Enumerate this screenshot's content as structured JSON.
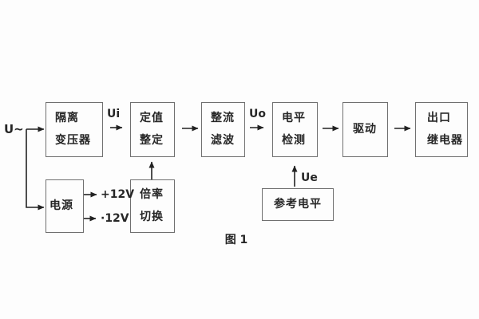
{
  "diagram": {
    "caption": "图 1",
    "source_label": "U~",
    "signals": {
      "ui": "Ui",
      "uo": "Uo",
      "ue": "Ue"
    },
    "power_rails": {
      "positive": "+12V",
      "negative": "·12V"
    },
    "blocks": {
      "isolation_transformer": {
        "line1": "隔离",
        "line2": "变压器"
      },
      "setpoint_adjust": {
        "line1": "定值",
        "line2": "整定"
      },
      "rectifier_filter": {
        "line1": "整流",
        "line2": "滤波"
      },
      "level_detector": {
        "line1": "电平",
        "line2": "检测"
      },
      "driver": {
        "label": "驱动"
      },
      "output_relay": {
        "line1": "出口",
        "line2": "继电器"
      },
      "power_supply": {
        "label": "电源"
      },
      "ratio_switch": {
        "line1": "倍率",
        "line2": "切换"
      },
      "reference_level": {
        "label": "参考电平"
      }
    },
    "colors": {
      "background": "#fdfdfd",
      "box_border": "#707070",
      "line": "#222222",
      "text": "#262626"
    }
  }
}
